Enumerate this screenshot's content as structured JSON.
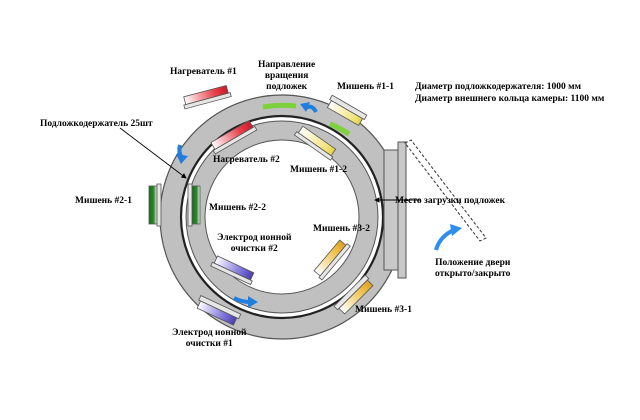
{
  "labels": {
    "heater1": "Нагреватель #1",
    "direction": "Направление\nвращения\nподложек",
    "target1_1": "Мишень #1-1",
    "specs_line1": "Диаметр подложкодержателя: 1000 мм",
    "specs_line2": "Диаметр внешнего кольца камеры:   1100 мм",
    "substrate_holder": "Подложкодержатель 25шт",
    "heater2": "Нагреватель #2",
    "target1_2": "Мишень #1-2",
    "target2_1": "Мишень #2-1",
    "target2_2": "Мишень #2-2",
    "loading_place": "Место загрузки подложек",
    "target3_2": "Мишень #3-2",
    "ion_electrode2": "Электрод ионной\nочистки #2",
    "door_position": "Положение двери\nоткрыто/закрыто",
    "target3_1": "Мишень #3-1",
    "ion_electrode1": "Электрод ионной\nочистки #1"
  },
  "colors": {
    "chamber_fill": "#c0c0c0",
    "chamber_stroke": "#444444",
    "heater": "#e8404a",
    "target1": "#f2e27a",
    "target2": "#2e8b2e",
    "target3": "#f0c24a",
    "ion_electrode": "#6a5fc8",
    "substrate": "#7dd13a",
    "arrow": "#1e7fe0"
  },
  "icons": {
    "rotation_arrow": "curved-arrow-icon",
    "door_arrow": "curved-arrow-icon"
  }
}
